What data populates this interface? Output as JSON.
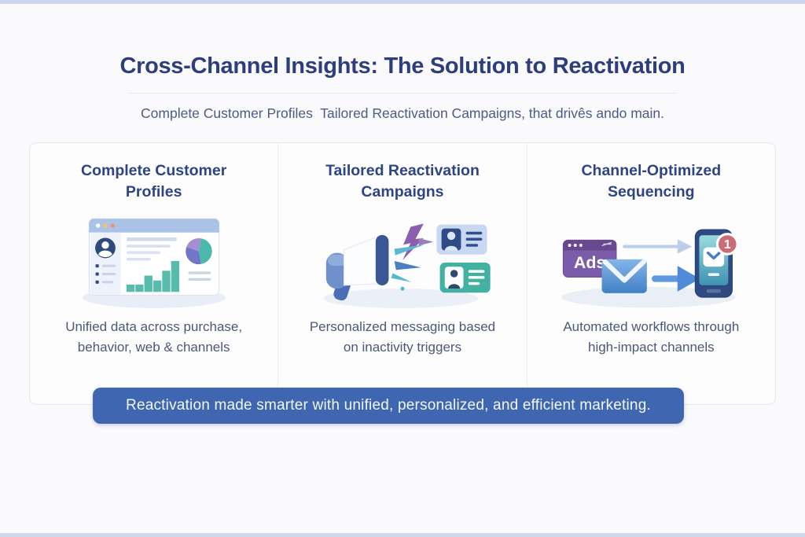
{
  "header": {
    "title": "Cross-Channel Insights: The Solution to Reactivation",
    "subtitle": "Complete Customer Profiles  Tailored Reactivation Campaigns, that drivês ando main."
  },
  "columns": [
    {
      "heading": "Complete Customer Profiles",
      "description": "Unified data across purchase, behavior, web & channels",
      "icon": "customer-profile-dashboard"
    },
    {
      "heading": "Tailored Reactivation Campaigns",
      "description": "Personalized messaging based on inactivity triggers",
      "icon": "megaphone-contact-cards"
    },
    {
      "heading": "Channel-Optimized Sequencing",
      "description": "Automated workflows through high-impact channels",
      "icon": "ads-email-phone-workflow",
      "ads_label": "Ads",
      "notification_count": "1"
    }
  ],
  "banner": {
    "text": "Reactivation made smarter with unified, personalized, and efficient marketing."
  },
  "colors": {
    "title_navy": "#2c3e7b",
    "heading_navy": "#2e4583",
    "body_slate": "#4d5878",
    "banner_blue": "#3f66b0",
    "accent_teal": "#4ab9ab",
    "accent_purple": "#7a5ca8",
    "background": "#faf9fc"
  }
}
